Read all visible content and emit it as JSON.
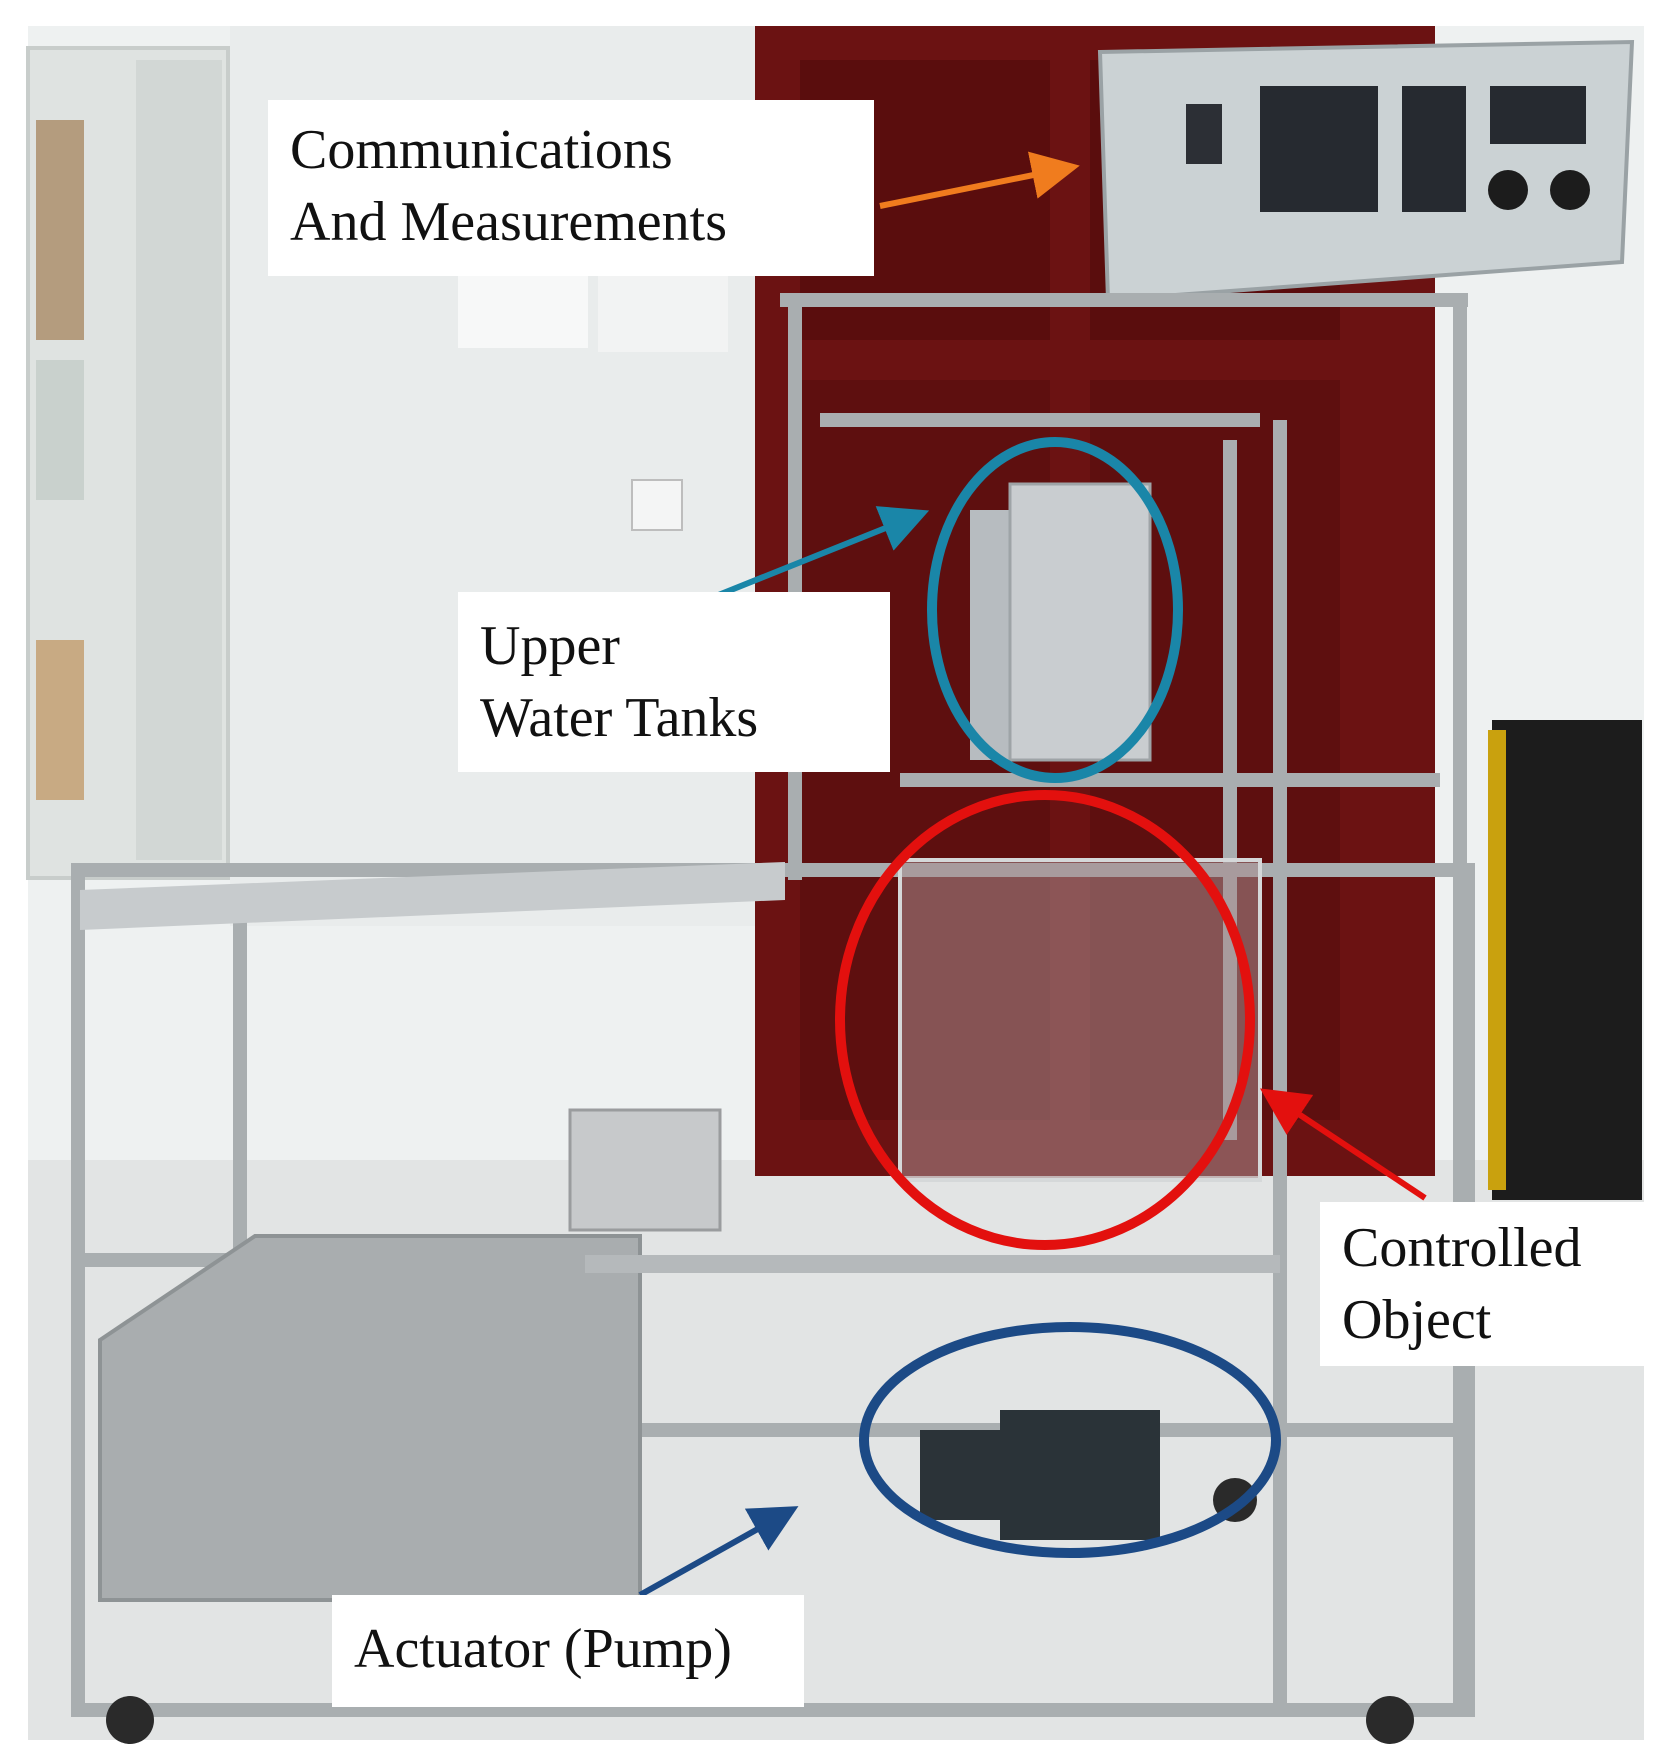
{
  "labels": {
    "communications": [
      "Communications",
      "And Measurements"
    ],
    "upper_tanks": [
      "Upper",
      "Water Tanks"
    ],
    "controlled_object": [
      "Controlled",
      "Object"
    ],
    "actuator": [
      "Actuator (Pump)"
    ]
  },
  "colors": {
    "communications_arrow": "#f07c1e",
    "upper_tanks": "#1a86a8",
    "controlled_object": "#e3100e",
    "actuator": "#1c4a86"
  },
  "photo_description_icon": "water-tank-control-rig-photo"
}
